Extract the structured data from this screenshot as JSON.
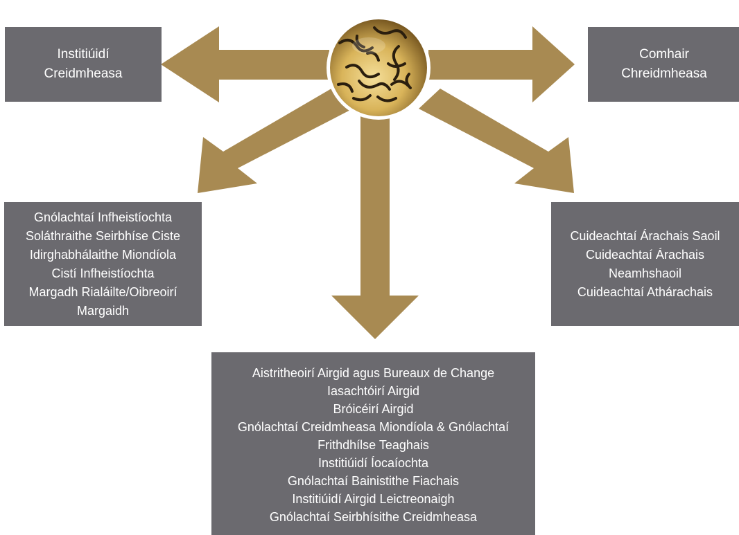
{
  "colors": {
    "arrow": "#A88A52",
    "box": "#6B6A6F",
    "box_text": "#FFFFFF",
    "sphere_gold": "#D9B45A",
    "sphere_dark": "#2A1E0E"
  },
  "center": {
    "icon": "gold-filigree-sphere"
  },
  "boxes": {
    "top_left": [
      "Institiúidí",
      "Creidmheasa"
    ],
    "top_right": [
      "Comhair",
      "Chreidmheasa"
    ],
    "middle_left": [
      "Gnólachtaí Infheistíochta",
      "Soláthraithe Seirbhíse Ciste",
      "Idirghabhálaithe Miondíola",
      "Cistí Infheistíochta",
      "Margadh Rialáilte/Oibreoirí",
      "Margaidh"
    ],
    "middle_right": [
      "Cuideachtaí Árachais Saoil",
      "Cuideachtaí Árachais",
      "Neamhshaoil",
      "Cuideachtaí Athárachais"
    ],
    "bottom": [
      "Aistritheoirí Airgid agus Bureaux de Change",
      "Iasachtóirí Airgid",
      "Bróicéirí Airgid",
      "Gnólachtaí Creidmheasa Miondíola & Gnólachtaí",
      "Frithdhílse Teaghais",
      "Institiúidí Íocaíochta",
      "Gnólachtaí Bainistithe Fiachais",
      "Institiúidí Airgid Leictreonaigh",
      "Gnólachtaí Seirbhísithe Creidmheasa"
    ]
  }
}
